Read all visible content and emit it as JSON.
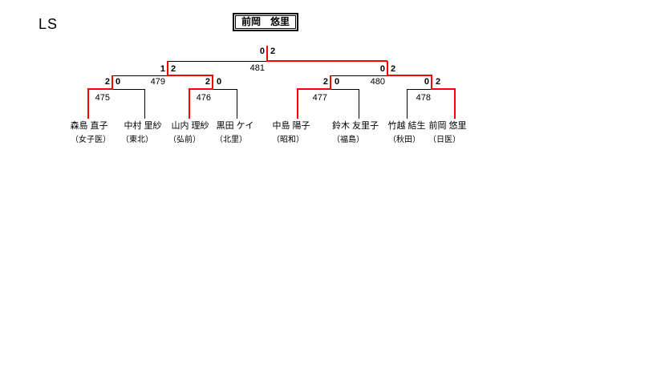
{
  "page": {
    "class_label": "LS"
  },
  "colors": {
    "line": "#000000",
    "winner_path": "#ff0000",
    "background": "#ffffff"
  },
  "champion": {
    "name": "前岡　悠里"
  },
  "players": [
    {
      "name": "森島 直子",
      "affiliation": "（女子医）"
    },
    {
      "name": "中村 里紗",
      "affiliation": "（東北）"
    },
    {
      "name": "山内 理紗",
      "affiliation": "（弘前）"
    },
    {
      "name": "黒田 ケイ",
      "affiliation": "（北里）"
    },
    {
      "name": "中島 陽子",
      "affiliation": "（昭和）"
    },
    {
      "name": "鈴木 友里子",
      "affiliation": "（福島）"
    },
    {
      "name": "竹越 結生",
      "affiliation": "（秋田）"
    },
    {
      "name": "前岡 悠里",
      "affiliation": "（日医）"
    }
  ],
  "matches": {
    "quarterfinals": [
      {
        "no": "475",
        "left_score": "2",
        "right_score": "0"
      },
      {
        "no": "476",
        "left_score": "2",
        "right_score": "0"
      },
      {
        "no": "477",
        "left_score": "2",
        "right_score": "0"
      },
      {
        "no": "478",
        "left_score": "0",
        "right_score": "2"
      }
    ],
    "semifinals": [
      {
        "no": "479",
        "left_score": "1",
        "right_score": "2"
      },
      {
        "no": "480",
        "left_score": "0",
        "right_score": "2"
      }
    ],
    "final": {
      "no": "481",
      "left_score": "0",
      "right_score": "2"
    }
  }
}
